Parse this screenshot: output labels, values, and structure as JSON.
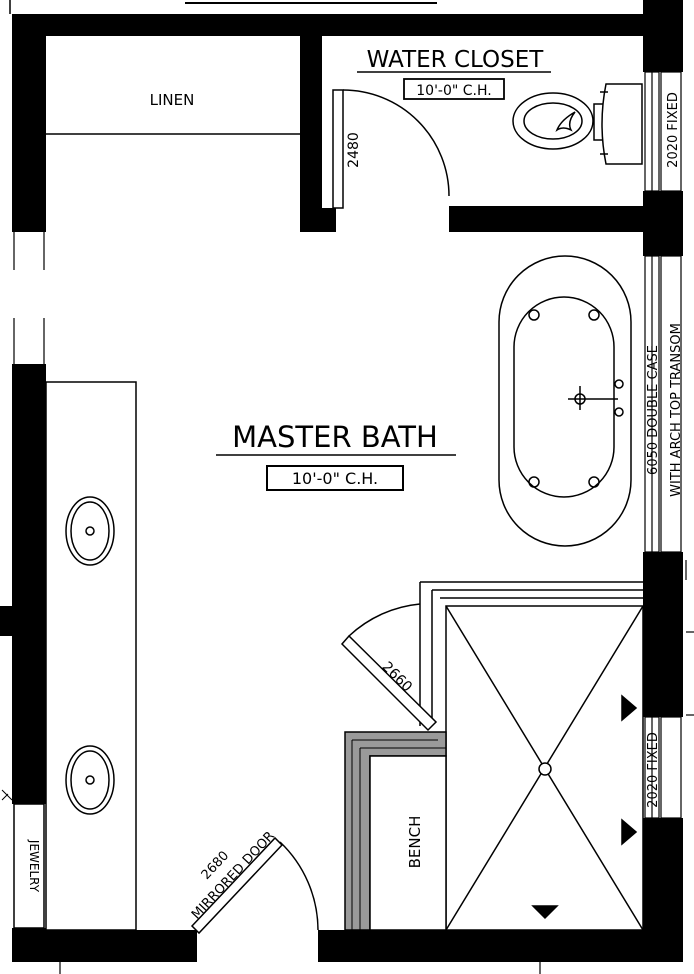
{
  "rooms": {
    "water_closet": {
      "title": "WATER CLOSET",
      "ceiling": "10'-0\" C.H."
    },
    "master_bath": {
      "title": "MASTER BATH",
      "ceiling": "10'-0\" C.H."
    },
    "linen": "LINEN",
    "bench": "BENCH",
    "jewelry": "JEWELRY"
  },
  "windows": {
    "wc_window": "2020 FIXED",
    "tub_window": "6050 DOUBLE CASE",
    "tub_window_note": "WITH ARCH TOP TRANSOM",
    "shower_window": "2020 FIXED"
  },
  "doors": {
    "wc_door": "2480",
    "shower_door": "2660",
    "entry_door_size": "2680",
    "entry_door_type": "MIRRORED DOOR"
  },
  "colors": {
    "wall": "#000000",
    "bench_fill": "#9a9a9a",
    "line": "#000000"
  }
}
